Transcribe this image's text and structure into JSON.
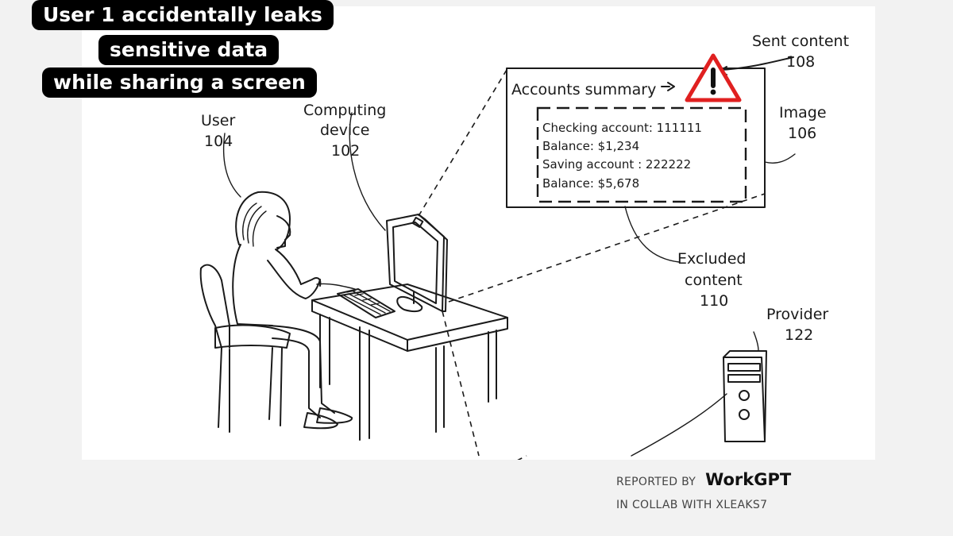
{
  "headline": {
    "line1": "User 1 accidentally leaks",
    "line2": "sensitive data",
    "line3": "while sharing a screen"
  },
  "diagram": {
    "labels": {
      "user": [
        "User",
        "104"
      ],
      "computing_device": [
        "Computing",
        "device",
        "102"
      ],
      "sent_content": [
        "Sent content",
        "108"
      ],
      "image": [
        "Image",
        "106"
      ],
      "excluded_content": [
        "Excluded",
        "content",
        "110"
      ],
      "provider": [
        "Provider",
        "122"
      ]
    },
    "screen": {
      "title": "Accounts summary",
      "lines": [
        "Checking account: 111111",
        "Balance: $1,234",
        "Saving account : 222222",
        "Balance: $5,678"
      ]
    },
    "warning_icon": "warning-triangle-icon",
    "warning_color": "#e02020"
  },
  "credit": {
    "reported_by": "REPORTED BY",
    "brand": "WorkGPT",
    "collab": "IN COLLAB WITH XLEAKS7"
  }
}
